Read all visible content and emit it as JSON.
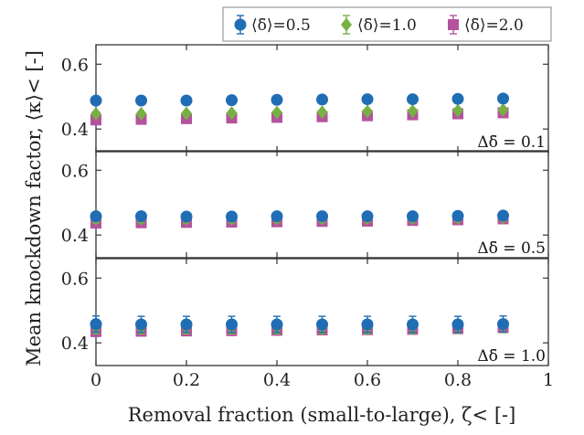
{
  "chart_data": {
    "type": "scatter",
    "xlabel": "Removal fraction (small-to-large), ζ< [-]",
    "ylabel": "Mean knockdown factor, ⟨κ⟩< [-]",
    "xlim": [
      0,
      1
    ],
    "ylim": [
      0.33,
      0.66
    ],
    "x_ticks": [
      "0",
      "0.2",
      "0.4",
      "0.6",
      "0.8",
      "1"
    ],
    "y_ticks": [
      "0.4",
      "0.6"
    ],
    "x_tick_values": [
      0,
      0.2,
      0.4,
      0.6,
      0.8,
      1
    ],
    "y_tick_values": [
      0.4,
      0.6
    ],
    "grid": false,
    "legend_position": "top",
    "legend": [
      {
        "label": "⟨δ̄⟩=0.5",
        "color": "#1f6db5",
        "marker": "circle"
      },
      {
        "label": "⟨δ̄⟩=1.0",
        "color": "#77b043",
        "marker": "diamond"
      },
      {
        "label": "⟨δ̄⟩=2.0",
        "color": "#b5529e",
        "marker": "square"
      }
    ],
    "x": [
      0,
      0.1,
      0.2,
      0.3,
      0.4,
      0.5,
      0.6,
      0.7,
      0.8,
      0.9
    ],
    "panels": [
      {
        "annotation": "Δδ̄ = 0.1",
        "series": [
          {
            "name": "⟨δ̄⟩=0.5",
            "values": [
              0.488,
              0.488,
              0.488,
              0.489,
              0.49,
              0.491,
              0.492,
              0.492,
              0.493,
              0.494
            ],
            "err": [
              0.006,
              0.006,
              0.006,
              0.006,
              0.006,
              0.006,
              0.006,
              0.006,
              0.006,
              0.006
            ]
          },
          {
            "name": "⟨δ̄⟩=1.0",
            "values": [
              0.447,
              0.447,
              0.448,
              0.449,
              0.451,
              0.452,
              0.454,
              0.455,
              0.457,
              0.459
            ],
            "err": [
              0.006,
              0.006,
              0.006,
              0.006,
              0.006,
              0.006,
              0.006,
              0.006,
              0.006,
              0.006
            ]
          },
          {
            "name": "⟨δ̄⟩=2.0",
            "values": [
              0.428,
              0.43,
              0.432,
              0.434,
              0.436,
              0.438,
              0.441,
              0.444,
              0.447,
              0.45
            ],
            "err": [
              0.006,
              0.006,
              0.006,
              0.006,
              0.006,
              0.006,
              0.006,
              0.006,
              0.006,
              0.006
            ]
          }
        ]
      },
      {
        "annotation": "Δδ̄ = 0.5",
        "series": [
          {
            "name": "⟨δ̄⟩=0.5",
            "values": [
              0.458,
              0.458,
              0.457,
              0.457,
              0.458,
              0.458,
              0.458,
              0.458,
              0.459,
              0.46
            ],
            "err": [
              0.012,
              0.012,
              0.012,
              0.012,
              0.012,
              0.012,
              0.012,
              0.012,
              0.012,
              0.012
            ]
          },
          {
            "name": "⟨δ̄⟩=1.0",
            "values": [
              0.45,
              0.45,
              0.45,
              0.45,
              0.451,
              0.451,
              0.452,
              0.452,
              0.453,
              0.455
            ],
            "err": [
              0.012,
              0.012,
              0.012,
              0.012,
              0.012,
              0.012,
              0.012,
              0.012,
              0.012,
              0.012
            ]
          },
          {
            "name": "⟨δ̄⟩=2.0",
            "values": [
              0.437,
              0.438,
              0.439,
              0.44,
              0.441,
              0.442,
              0.443,
              0.445,
              0.447,
              0.45
            ],
            "err": [
              0.01,
              0.01,
              0.01,
              0.01,
              0.01,
              0.01,
              0.01,
              0.01,
              0.01,
              0.01
            ]
          }
        ]
      },
      {
        "annotation": "Δδ̄ = 1.0",
        "series": [
          {
            "name": "⟨δ̄⟩=0.5",
            "values": [
              0.458,
              0.457,
              0.457,
              0.457,
              0.457,
              0.457,
              0.457,
              0.457,
              0.457,
              0.458
            ],
            "err": [
              0.025,
              0.025,
              0.025,
              0.025,
              0.025,
              0.025,
              0.025,
              0.025,
              0.025,
              0.025
            ]
          },
          {
            "name": "⟨δ̄⟩=1.0",
            "values": [
              0.448,
              0.448,
              0.448,
              0.448,
              0.448,
              0.448,
              0.448,
              0.449,
              0.45,
              0.452
            ],
            "err": [
              0.02,
              0.02,
              0.02,
              0.02,
              0.02,
              0.02,
              0.02,
              0.02,
              0.02,
              0.02
            ]
          },
          {
            "name": "⟨δ̄⟩=2.0",
            "values": [
              0.435,
              0.436,
              0.437,
              0.438,
              0.439,
              0.44,
              0.441,
              0.442,
              0.444,
              0.447
            ],
            "err": [
              0.015,
              0.015,
              0.015,
              0.015,
              0.015,
              0.015,
              0.015,
              0.015,
              0.015,
              0.015
            ]
          }
        ]
      }
    ]
  }
}
